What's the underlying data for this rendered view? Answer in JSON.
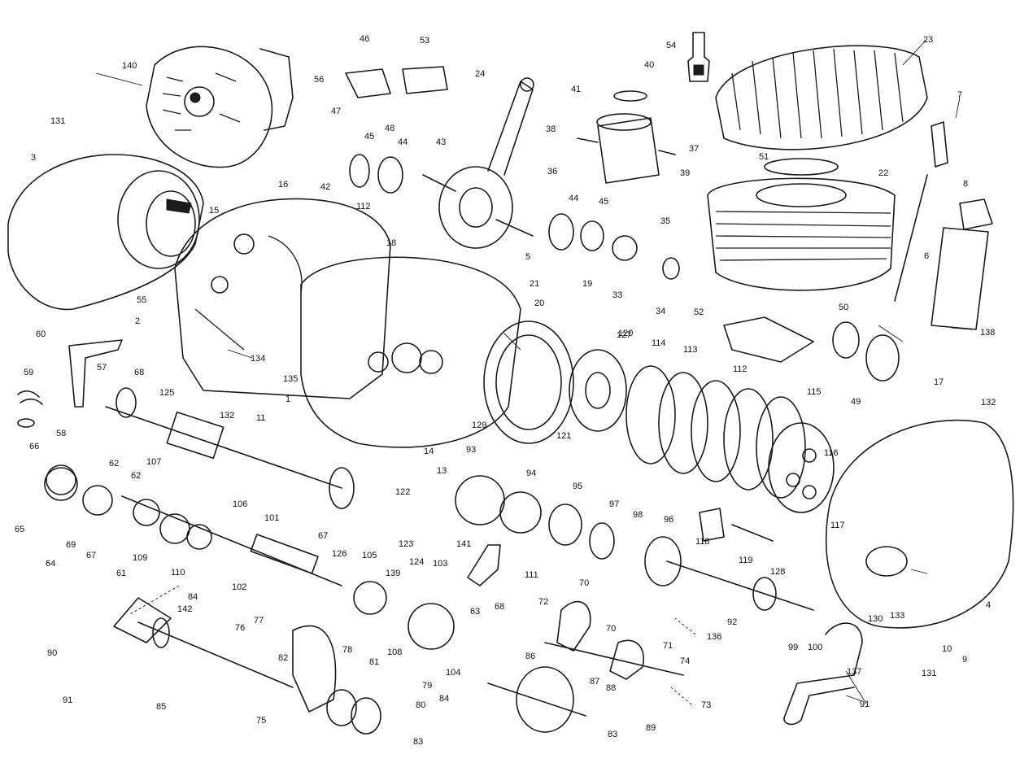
{
  "callouts": [
    "140",
    "131",
    "3",
    "56",
    "47",
    "46",
    "53",
    "45",
    "48",
    "44",
    "43",
    "42",
    "112",
    "16",
    "15",
    "24",
    "38",
    "41",
    "40",
    "54",
    "23",
    "37",
    "39",
    "51",
    "36",
    "44",
    "45",
    "35",
    "22",
    "8",
    "7",
    "5",
    "21",
    "20",
    "19",
    "33",
    "34",
    "18",
    "55",
    "2",
    "60",
    "59",
    "57",
    "58",
    "68",
    "134",
    "135",
    "125",
    "1",
    "11",
    "132",
    "66",
    "107",
    "62",
    "62",
    "65",
    "69",
    "64",
    "67",
    "61",
    "109",
    "110",
    "106",
    "101",
    "102",
    "67",
    "126",
    "105",
    "123",
    "122",
    "13",
    "14",
    "93",
    "94",
    "95",
    "97",
    "98",
    "96",
    "141",
    "139",
    "124",
    "103",
    "111",
    "127",
    "120",
    "114",
    "113",
    "112",
    "115",
    "116",
    "117",
    "118",
    "119",
    "128",
    "129",
    "121",
    "52",
    "50",
    "49",
    "17",
    "132",
    "138",
    "6",
    "63",
    "68",
    "72",
    "70",
    "70",
    "71",
    "74",
    "73",
    "84",
    "142",
    "76",
    "77",
    "90",
    "82",
    "78",
    "81",
    "80",
    "79",
    "104",
    "108",
    "84",
    "86",
    "87",
    "88",
    "89",
    "83",
    "83",
    "91",
    "85",
    "75",
    "136",
    "92",
    "99",
    "100",
    "137",
    "131",
    "10",
    "9",
    "4",
    "133",
    "130",
    "91"
  ]
}
